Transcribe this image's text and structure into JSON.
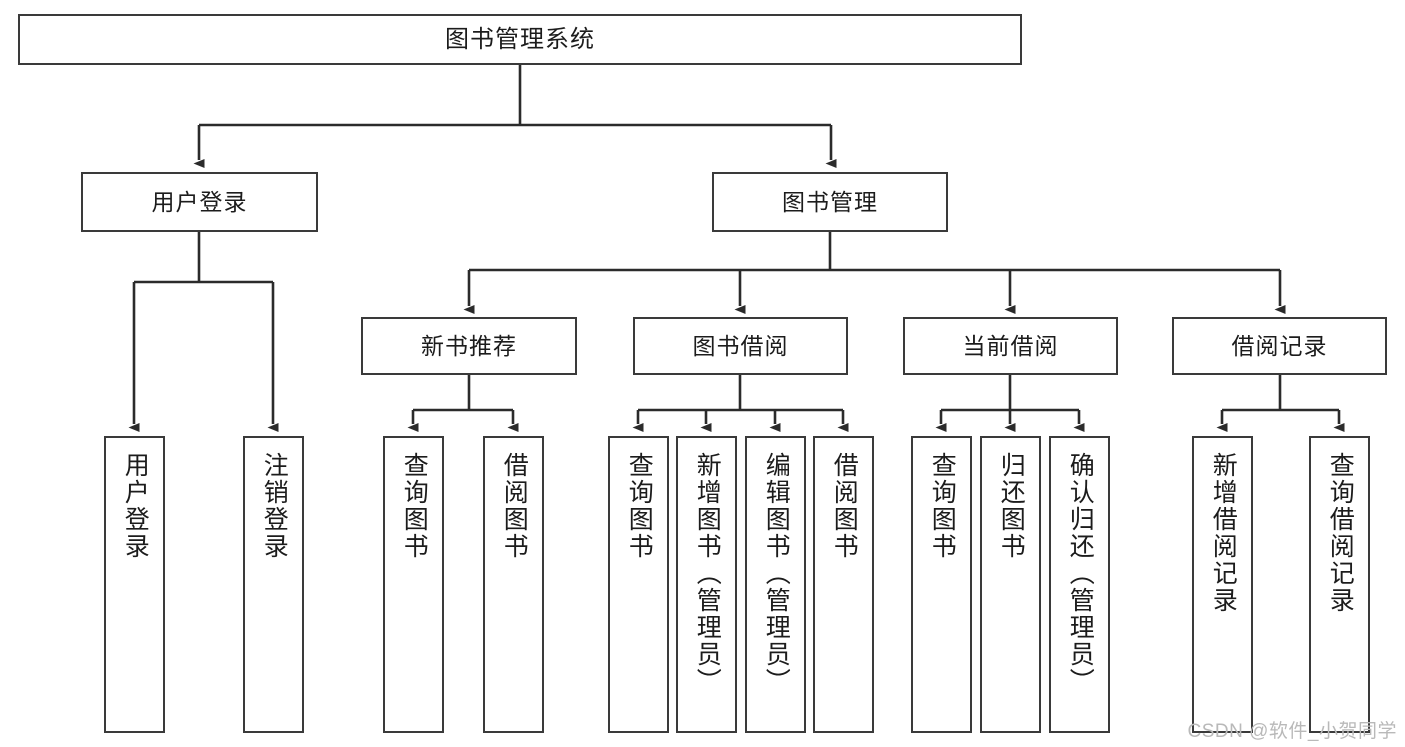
{
  "diagram": {
    "type": "tree-hierarchy",
    "title": "图书管理系统",
    "stroke_color": "#3a3a3a",
    "fill_color": "#ffffff",
    "text_color": "#1c1c1c",
    "nodes": {
      "root": {
        "label": "图书管理系统"
      },
      "level2": [
        {
          "id": "user-login",
          "label": "用户登录"
        },
        {
          "id": "book-management",
          "label": "图书管理"
        }
      ],
      "level3": [
        {
          "id": "new-book-recommend",
          "label": "新书推荐"
        },
        {
          "id": "book-borrow",
          "label": "图书借阅"
        },
        {
          "id": "current-borrow",
          "label": "当前借阅"
        },
        {
          "id": "borrow-record",
          "label": "借阅记录"
        }
      ],
      "leaves": [
        {
          "id": "leaf-user-login",
          "label": "用户登录"
        },
        {
          "id": "leaf-logout-login",
          "label": "注销登录"
        },
        {
          "id": "leaf-query-book-1",
          "label": "查询图书"
        },
        {
          "id": "leaf-borrow-book-1",
          "label": "借阅图书"
        },
        {
          "id": "leaf-query-book-2",
          "label": "查询图书"
        },
        {
          "id": "leaf-add-book-admin",
          "label": "新增图书（管理员）"
        },
        {
          "id": "leaf-edit-book-admin",
          "label": "编辑图书（管理员）"
        },
        {
          "id": "leaf-borrow-book-2",
          "label": "借阅图书"
        },
        {
          "id": "leaf-query-book-3",
          "label": "查询图书"
        },
        {
          "id": "leaf-return-book",
          "label": "归还图书"
        },
        {
          "id": "leaf-confirm-return-admin",
          "label": "确认归还（管理员）"
        },
        {
          "id": "leaf-add-borrow-record",
          "label": "新增借阅记录"
        },
        {
          "id": "leaf-query-borrow-record",
          "label": "查询借阅记录"
        }
      ]
    },
    "watermark": "CSDN @软件_小贺同学"
  }
}
